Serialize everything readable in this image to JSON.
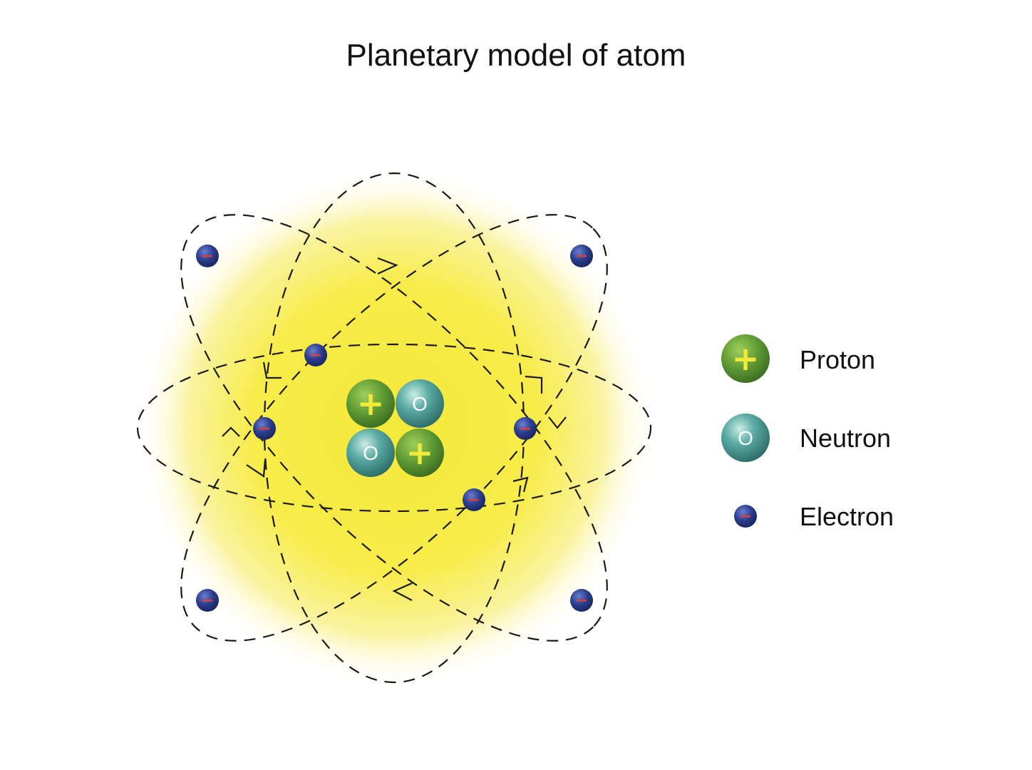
{
  "title": "Planetary model of atom",
  "colors": {
    "proton": "#5f9a34",
    "neutron": "#3d8f8a",
    "electron": "#2a3d8c",
    "electron_sign": "#e0403a",
    "proton_sign": "#f2ea3a",
    "glow": "#f6ec3a"
  },
  "nucleus": [
    {
      "kind": "proton",
      "symbol": "+"
    },
    {
      "kind": "neutron",
      "symbol": "O"
    },
    {
      "kind": "neutron",
      "symbol": "O"
    },
    {
      "kind": "proton",
      "symbol": "+"
    }
  ],
  "electron_symbol": "−",
  "legend": [
    {
      "kind": "proton",
      "symbol": "+",
      "label": "Proton"
    },
    {
      "kind": "neutron",
      "symbol": "O",
      "label": "Neutron"
    },
    {
      "kind": "electron",
      "symbol": "−",
      "label": "Electron"
    }
  ]
}
